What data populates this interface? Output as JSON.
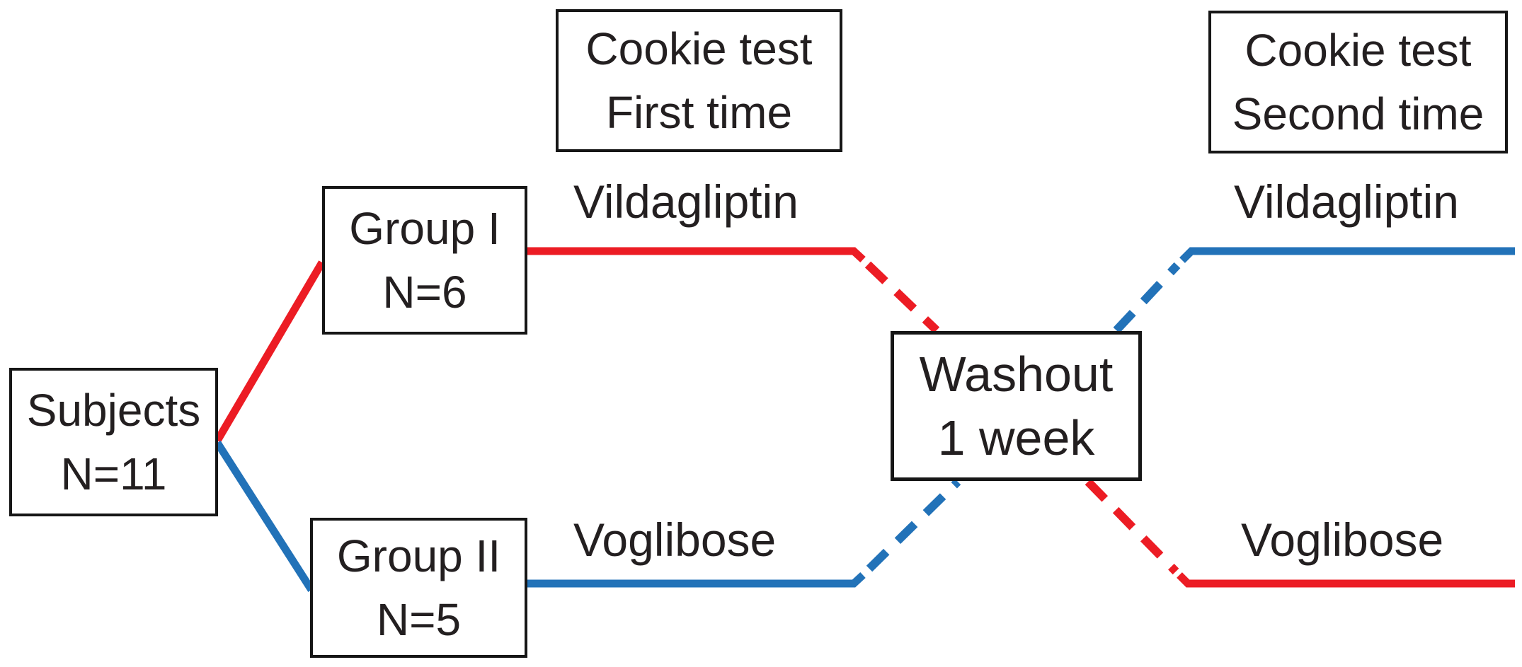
{
  "figure": {
    "description": "Crossover study design flow diagram"
  },
  "colors": {
    "red": "#EC1C24",
    "blue": "#2272B8",
    "text": "#231f20",
    "border": "#161616",
    "background": "#ffffff"
  },
  "boxes": {
    "subjects": {
      "line1": "Subjects",
      "line2": "N=11"
    },
    "group_i": {
      "line1": "Group I",
      "line2": "N=6"
    },
    "group_ii": {
      "line1": "Group II",
      "line2": "N=5"
    },
    "cookie_first": {
      "line1": "Cookie test",
      "line2": "First time"
    },
    "cookie_second": {
      "line1": "Cookie test",
      "line2": "Second time"
    },
    "washout": {
      "line1": "Washout",
      "line2": "1 week"
    }
  },
  "labels": {
    "arm1_first_period": "Vildagliptin",
    "arm2_first_period": "Voglibose",
    "arm1_second_period": "Vildagliptin",
    "arm2_second_period": "Voglibose"
  }
}
